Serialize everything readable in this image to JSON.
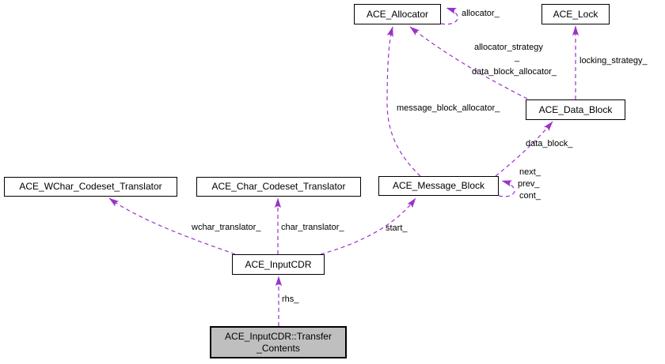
{
  "diagram": {
    "type": "collaboration-graph",
    "colors": {
      "edge": "#9932cc",
      "node_border": "#000000",
      "node_fill": "#ffffff",
      "focus_fill": "#bfbfbf",
      "text": "#000000",
      "background": "#ffffff"
    },
    "nodes": {
      "allocator": {
        "label": "ACE_Allocator"
      },
      "lock": {
        "label": "ACE_Lock"
      },
      "data_block": {
        "label": "ACE_Data_Block"
      },
      "wchar_translator": {
        "label": "ACE_WChar_Codeset_Translator"
      },
      "char_translator": {
        "label": "ACE_Char_Codeset_Translator"
      },
      "message_block": {
        "label": "ACE_Message_Block"
      },
      "input_cdr": {
        "label": "ACE_InputCDR"
      },
      "transfer_contents": {
        "line1": "ACE_InputCDR::Transfer",
        "line2": "_Contents"
      }
    },
    "edge_labels": {
      "allocator_self": "allocator_",
      "allocator_strategy_line1": "allocator_strategy",
      "allocator_strategy_line2": "_",
      "data_block_allocator": "data_block_allocator_",
      "locking_strategy": "locking_strategy_",
      "message_block_allocator": "message_block_allocator_",
      "data_block": "data_block_",
      "next": "next_",
      "prev": "prev_",
      "cont": "cont_",
      "wchar": "wchar_translator_",
      "char": "char_translator_",
      "start": "start_",
      "rhs": "rhs_"
    }
  }
}
